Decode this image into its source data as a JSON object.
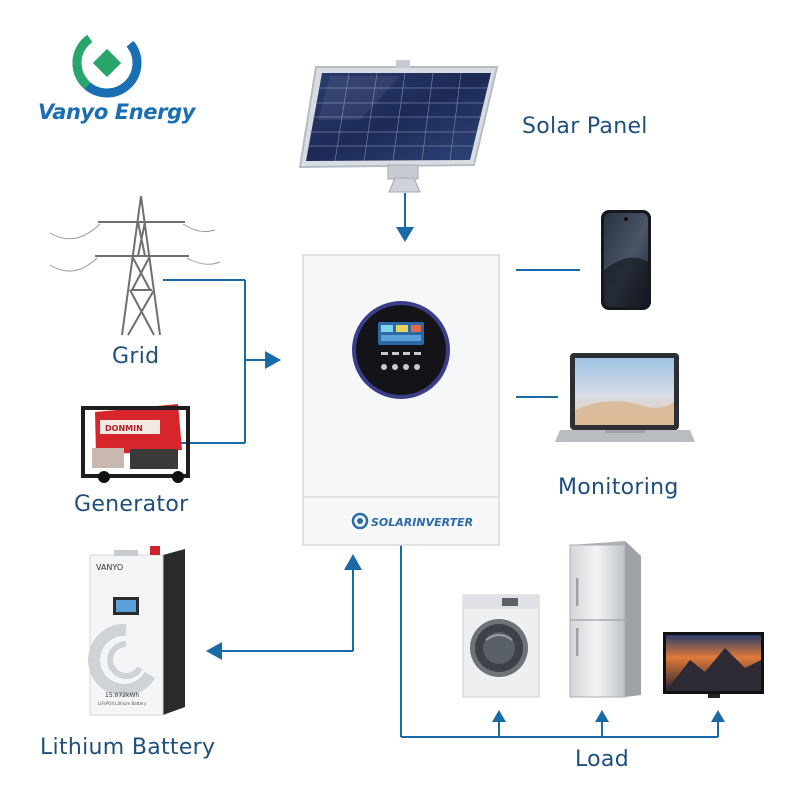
{
  "brand": {
    "name": "Vanyo Energy"
  },
  "labels": {
    "solar_panel": "Solar Panel",
    "grid": "Grid",
    "generator": "Generator",
    "monitoring": "Monitoring",
    "lithium_battery": "Lithium Battery",
    "load": "Load"
  },
  "inverter": {
    "brand_text": "SOLARINVERTER"
  },
  "generator": {
    "brand_text": "DONMIN"
  },
  "battery": {
    "brand_text": "VANYO",
    "spec_line1": "15.072kWh",
    "spec_line2": "LiFePO4 Lithium Battery"
  },
  "colors": {
    "line": "#1b6aa8",
    "label": "#1f4f7a",
    "brand": "#1a6fb3"
  }
}
